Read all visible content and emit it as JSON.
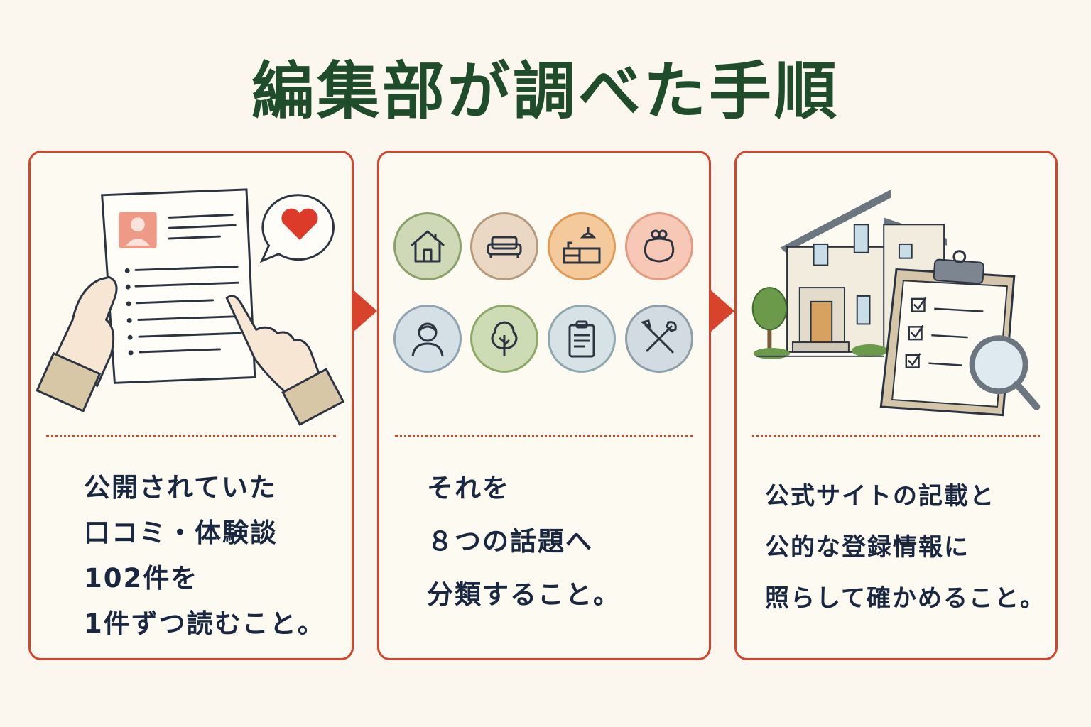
{
  "title": "編集部が調べた手順",
  "steps": [
    {
      "lines": [
        "公開されていた",
        "口コミ・体験談",
        "102件を",
        "1件ずつ読むこと。"
      ]
    },
    {
      "lines": [
        "それを",
        "８つの話題へ",
        "分類すること。"
      ]
    },
    {
      "lines": [
        "公式サイトの記載と",
        "公的な登録情報に",
        "照らして確かめること。"
      ]
    }
  ],
  "topic_icons": [
    "house-icon",
    "sofa-icon",
    "kitchen-icon",
    "purse-icon",
    "person-icon",
    "tree-icon",
    "clipboard-icon",
    "tools-icon"
  ],
  "colors": {
    "title": "#1f4d2b",
    "accent": "#d8432b",
    "text": "#1a2740",
    "background": "#fbf7ee"
  }
}
